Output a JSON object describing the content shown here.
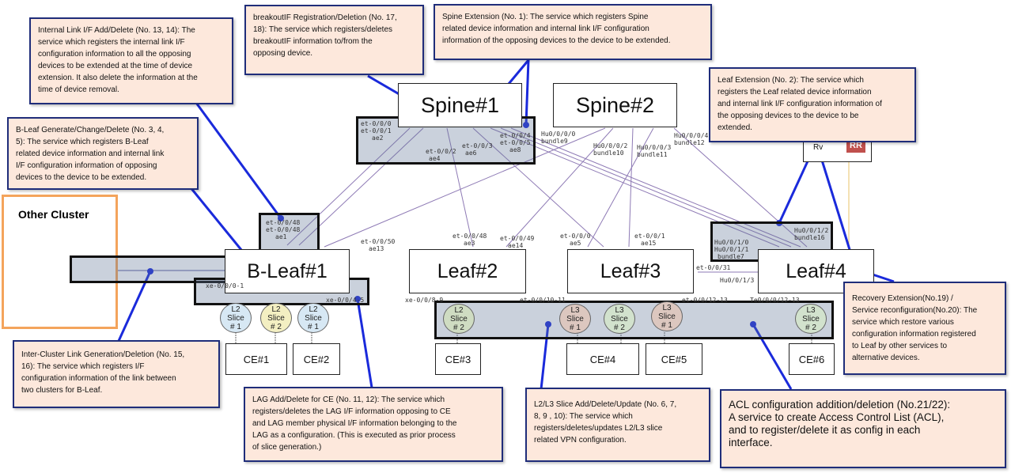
{
  "nodes": {
    "spine1": "Spine#1",
    "spine2": "Spine#2",
    "leaf2": "Leaf#2",
    "leaf3": "Leaf#3",
    "leaf4": "Leaf#4",
    "bleaf1": "B-Leaf#1",
    "ce1": "CE#1",
    "ce2": "CE#2",
    "ce3": "CE#3",
    "ce4": "CE#4",
    "ce5": "CE#5",
    "ce6": "CE#6",
    "rr": "RR",
    "rr_partial": "Rv",
    "other_cluster": "Other Cluster"
  },
  "slices": {
    "bl_1": [
      "L2",
      "Slice",
      "# 1"
    ],
    "bl_2": [
      "L2",
      "Slice",
      "# 2"
    ],
    "bl_3": [
      "L2",
      "Slice",
      "# 1"
    ],
    "l2_1": [
      "L2",
      "Slice",
      "# 2"
    ],
    "l3_1": [
      "L3",
      "Slice",
      "# 1"
    ],
    "l3_2": [
      "L3",
      "Slice",
      "# 2"
    ],
    "l3_3": [
      "L3",
      "Slice",
      "# 1"
    ],
    "l4_1": [
      "L3",
      "Slice",
      "# 2"
    ]
  },
  "ports": {
    "sp1_a": [
      "et-0/0/0",
      "et-0/0/1",
      "ae2"
    ],
    "sp1_b": [
      "et-0/0/2",
      "ae4"
    ],
    "sp1_c": [
      "et-0/0/3",
      "ae6"
    ],
    "sp1_d": [
      "et-0/0/4",
      "et-0/0/5",
      "ae8"
    ],
    "sp2_a": [
      "Hu0/0/0/0",
      "bundle9"
    ],
    "sp2_b": [
      "Hu0/0/0/2",
      "bundle10"
    ],
    "sp2_c": [
      "Hu0/0/0/3",
      "bundle11"
    ],
    "sp2_d": [
      "Hu0/0/0/4",
      "bundle12"
    ],
    "bl_up": [
      "et-0/0/48",
      "et-0/0/48",
      "ae1"
    ],
    "bl_up2": [
      "et-0/0/50",
      "ae13"
    ],
    "bl_xe1": "xe-0/0/0-1",
    "bl_xe2": "xe-0/0/4-5",
    "l2_a": [
      "et-0/0/48",
      "ae3"
    ],
    "l2_b": [
      "et-0/0/49",
      "ae14"
    ],
    "l2_xe": "xe-0/0/8-9",
    "l3_a": [
      "et-0/0/0",
      "ae5"
    ],
    "l3_b": [
      "et-0/0/1",
      "ae15"
    ],
    "l3_et": "et-0/0/10-11",
    "l3_et2": "et-0/0/12-13",
    "l3_right": "et-0/0/31",
    "l4_a": [
      "Hu0/0/1/0",
      "Hu0/0/1/1",
      "bundle7"
    ],
    "l4_b": [
      "Hu0/0/1/2",
      "bundle16"
    ],
    "l4_c": "Hu0/0/1/3",
    "l4_te": "Te0/0/0/12-13"
  },
  "annotations": {
    "internal_link": [
      "Internal Link I/F Add/Delete (No. 13, 14): The",
      "service which registers the internal link I/F",
      "configuration information to all the opposing",
      "devices to be extended at the time of device",
      "extension. It also delete the information at the",
      "time of device removal."
    ],
    "breakout": [
      "breakoutIF Registration/Deletion (No. 17,",
      "18): The service which registers/deletes",
      "breakoutIF information to/from the",
      "opposing device."
    ],
    "spine_ext": [
      "Spine Extension (No. 1): The service which registers Spine",
      "related device information and internal link I/F configuration",
      "information of the opposing devices to the device to be extended."
    ],
    "leaf_ext": [
      "Leaf Extension (No. 2): The service which",
      "registers the Leaf related device information",
      "and internal link I/F configuration information of",
      "the opposing devices to the device to be",
      "extended."
    ],
    "bleaf": [
      "B-Leaf Generate/Change/Delete (No. 3, 4,",
      "5): The service which registers B-Leaf",
      "related device information and internal link",
      "I/F configuration information of opposing",
      "devices to the device to be extended."
    ],
    "inter_cluster": [
      "Inter-Cluster Link Generation/Deletion (No. 15,",
      "16): The service which registers I/F",
      "configuration information of the link between",
      "two clusters for B-Leaf."
    ],
    "lag": [
      "LAG Add/Delete for CE (No. 11, 12): The service which",
      "registers/deletes the LAG I/F information opposing to CE",
      "and LAG member physical I/F information belonging to the",
      "LAG as a configuration. (This is executed as prior process",
      "of slice generation.)"
    ],
    "slice": [
      "L2/L3 Slice Add/Delete/Update (No. 6, 7,",
      "8, 9 , 10): The service which",
      "registers/deletes/updates L2/L3 slice",
      "related VPN configuration."
    ],
    "recovery": [
      "Recovery Extension(No.19) /",
      "Service reconfiguration(No.20): The",
      "service which restore various",
      "configuration information registered",
      "to Leaf by other services to",
      "alternative devices."
    ],
    "acl": [
      "ACL configuration addition/deletion (No.21/22):",
      "A service to create Access Control List (ACL),",
      "and to register/delete it as config in each",
      "interface."
    ]
  },
  "colors": {
    "callout_border": "#1f2d7a",
    "callout_fill": "#fde8dc",
    "link": "#8e7ab5",
    "cluster_border": "#f4a45c",
    "rr": "#c0504d"
  }
}
